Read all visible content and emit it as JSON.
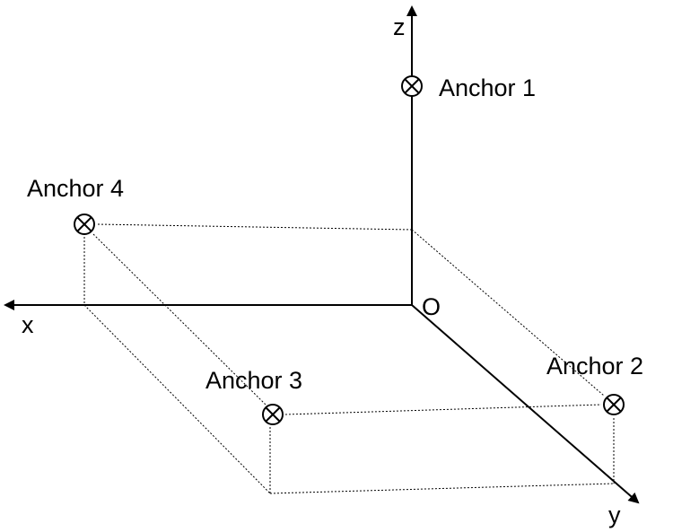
{
  "axes": {
    "x_label": "x",
    "y_label": "y",
    "z_label": "z",
    "origin_label": "O"
  },
  "anchors": [
    {
      "label": "Anchor 1",
      "icon": "anchor-marker-icon"
    },
    {
      "label": "Anchor 2",
      "icon": "anchor-marker-icon"
    },
    {
      "label": "Anchor 3",
      "icon": "anchor-marker-icon"
    },
    {
      "label": "Anchor 4",
      "icon": "anchor-marker-icon"
    }
  ],
  "colors": {
    "line": "#000000",
    "background": "#ffffff"
  }
}
